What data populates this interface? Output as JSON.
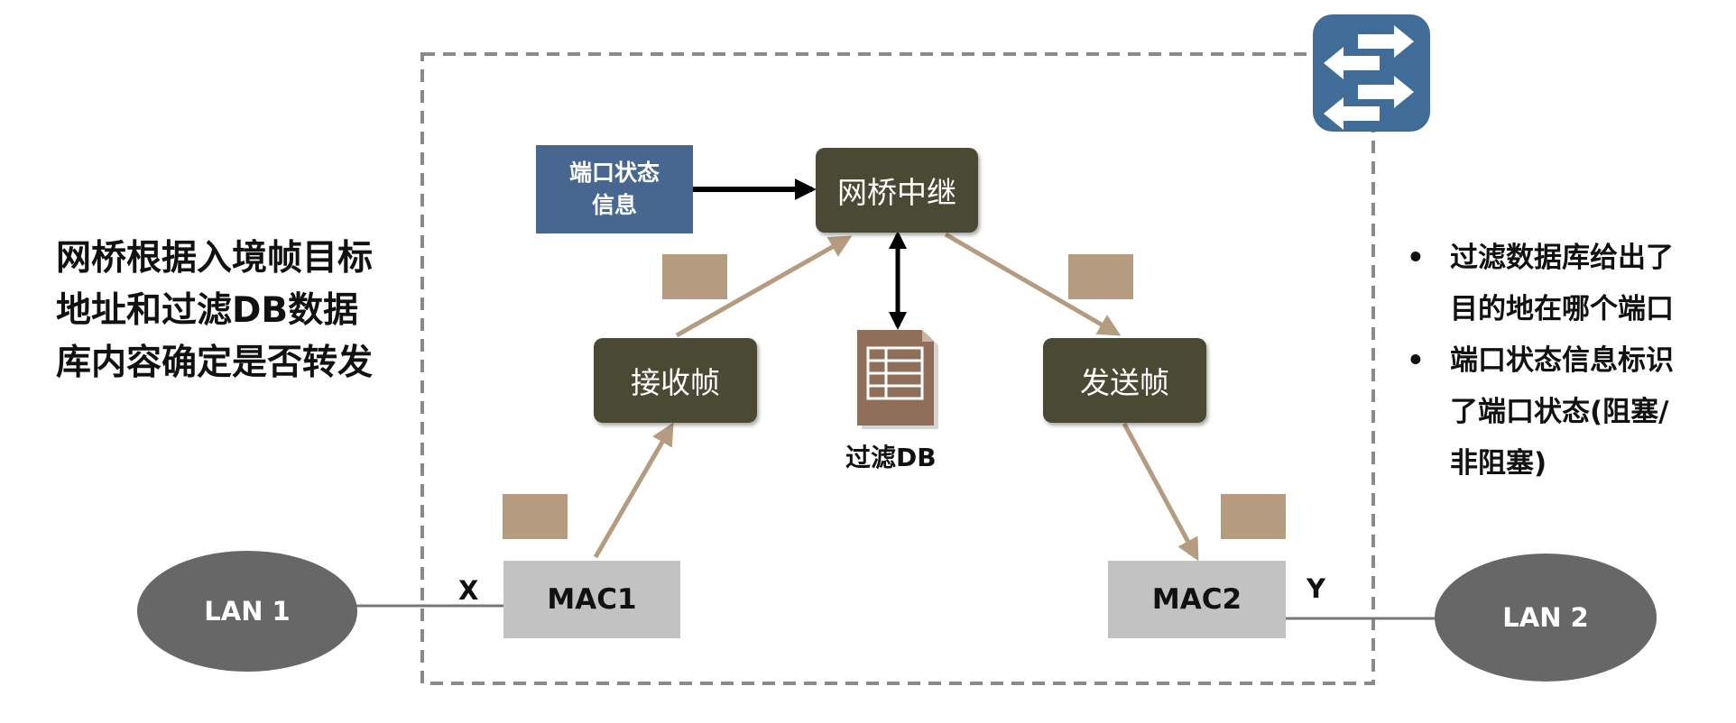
{
  "left_note": "网桥根据入境帧目标\n地址和过滤DB数据\n库内容确定是否转发",
  "right_notes": [
    "过滤数据库给出了\n目的地在哪个端口",
    "端口状态信息标识\n了端口状态(阻塞/\n非阻塞)"
  ],
  "nodes": {
    "port_status": "端口状态\n信息",
    "bridge_relay": "网桥中继",
    "receive_frame": "接收帧",
    "send_frame": "发送帧",
    "filter_db": "过滤DB",
    "mac1": "MAC1",
    "mac2": "MAC2",
    "lan1": "LAN 1",
    "lan2": "LAN 2",
    "port_x": "X",
    "port_y": "Y"
  },
  "icons": {
    "bridge": "bridge-arrows-icon",
    "database": "database-document-icon"
  },
  "colors": {
    "relay_box": "#4a4933",
    "port_status_box": "#476790",
    "mac_box": "#c2c2c2",
    "lan": "#676767",
    "frame_flow": "#b59b7f",
    "bridge_icon": "#3f6d97",
    "db_icon": "#8f6e5a"
  }
}
